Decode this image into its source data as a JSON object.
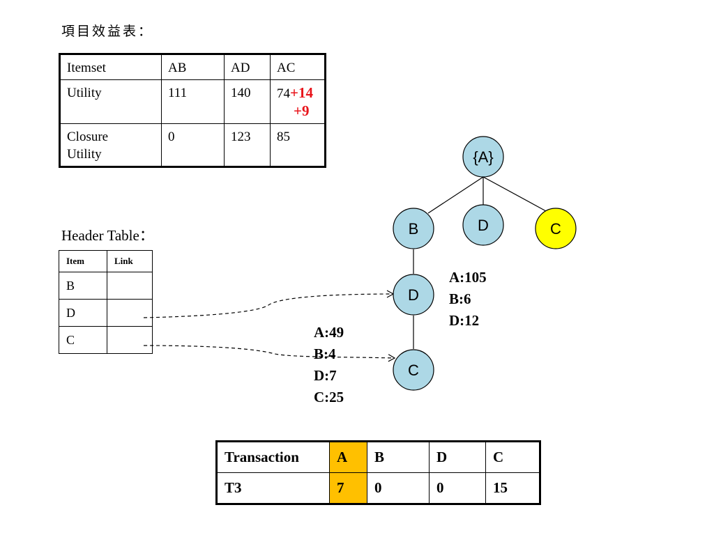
{
  "utility_title": "項目效益表：",
  "utility_table": {
    "header": [
      "Itemset",
      "AB",
      "AD",
      "AC"
    ],
    "utility_label": "Utility",
    "utility_values": [
      "111",
      "140",
      "74"
    ],
    "utility_ac_additions": [
      "+14",
      "+9"
    ],
    "closure_label_lines": [
      "Closure",
      "Utility"
    ],
    "closure_values": [
      "0",
      "123",
      "85"
    ]
  },
  "header_table_title": "Header Table：",
  "header_table": {
    "columns": [
      "Item",
      "Link"
    ],
    "items": [
      "B",
      "D",
      "C"
    ]
  },
  "tree": {
    "root": "{A}",
    "level1": [
      "B",
      "D",
      "C"
    ],
    "level2": "D",
    "level3": "C",
    "node_colors": {
      "default": "#add8e6",
      "highlight": "#ffff00"
    },
    "counts_d": [
      "A:105",
      "B:6",
      "D:12"
    ],
    "counts_c": [
      "A:49",
      "B:4",
      "D:7",
      "C:25"
    ]
  },
  "transaction_table": {
    "header": [
      "Transaction",
      "A",
      "B",
      "D",
      "C"
    ],
    "row": [
      "T3",
      "7",
      "0",
      "0",
      "15"
    ],
    "highlight_color": "#ffc000"
  }
}
